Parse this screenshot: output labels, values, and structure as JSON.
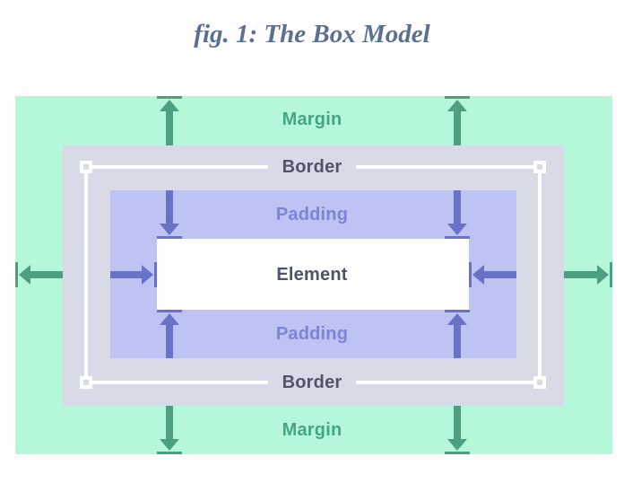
{
  "figure": {
    "title": "fig. 1: The Box Model",
    "title_color": "#587190"
  },
  "box_model": {
    "labels": {
      "margin_top": "Margin",
      "border_top": "Border",
      "padding_top": "Padding",
      "element": "Element",
      "padding_bottom": "Padding",
      "border_bottom": "Border",
      "margin_bottom": "Margin"
    },
    "layers": [
      {
        "name": "margin",
        "label": "Margin",
        "fill": "#b5f7d9",
        "label_color": "#46a67f"
      },
      {
        "name": "border",
        "label": "Border",
        "fill": "#d8dbe7",
        "label_color": "#4f5566",
        "outline_color": "#ffffff"
      },
      {
        "name": "padding",
        "label": "Padding",
        "fill": "#bdc3f2",
        "label_color": "#7d84d8"
      },
      {
        "name": "element",
        "label": "Element",
        "fill": "#ffffff",
        "label_color": "#4e5465"
      }
    ],
    "arrows": {
      "margin": {
        "color": "#4d9f81",
        "direction": "outward",
        "style": "t-capped",
        "count": 6
      },
      "padding": {
        "color": "#6971c9",
        "direction": "inward",
        "style": "t-capped",
        "count": 6
      }
    }
  }
}
